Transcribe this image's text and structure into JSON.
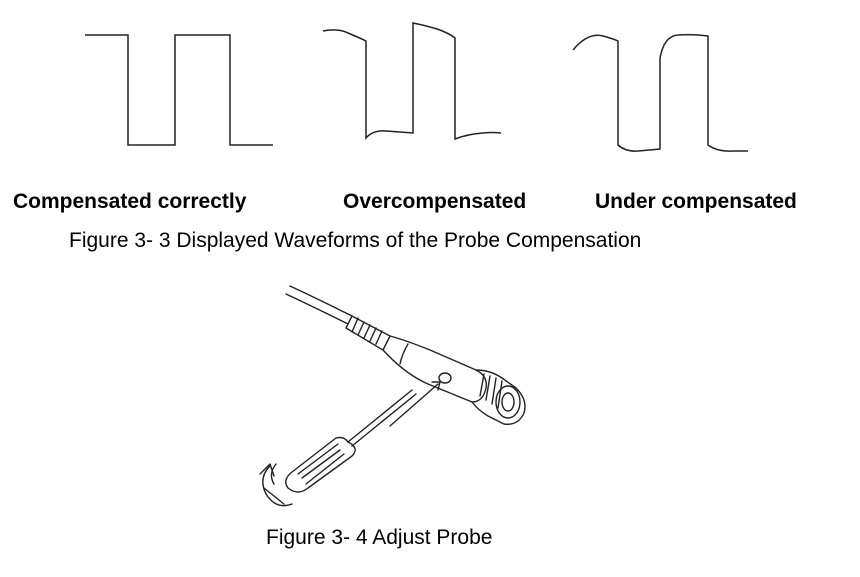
{
  "figure3_3": {
    "labels": [
      "Compensated correctly",
      "Overcompensated",
      "Under compensated"
    ],
    "caption": "Figure 3- 3 Displayed Waveforms of the Probe Compensation"
  },
  "figure3_4": {
    "caption": "Figure 3- 4 Adjust Probe",
    "image_icon": "probe-adjustment-illustration-icon"
  }
}
